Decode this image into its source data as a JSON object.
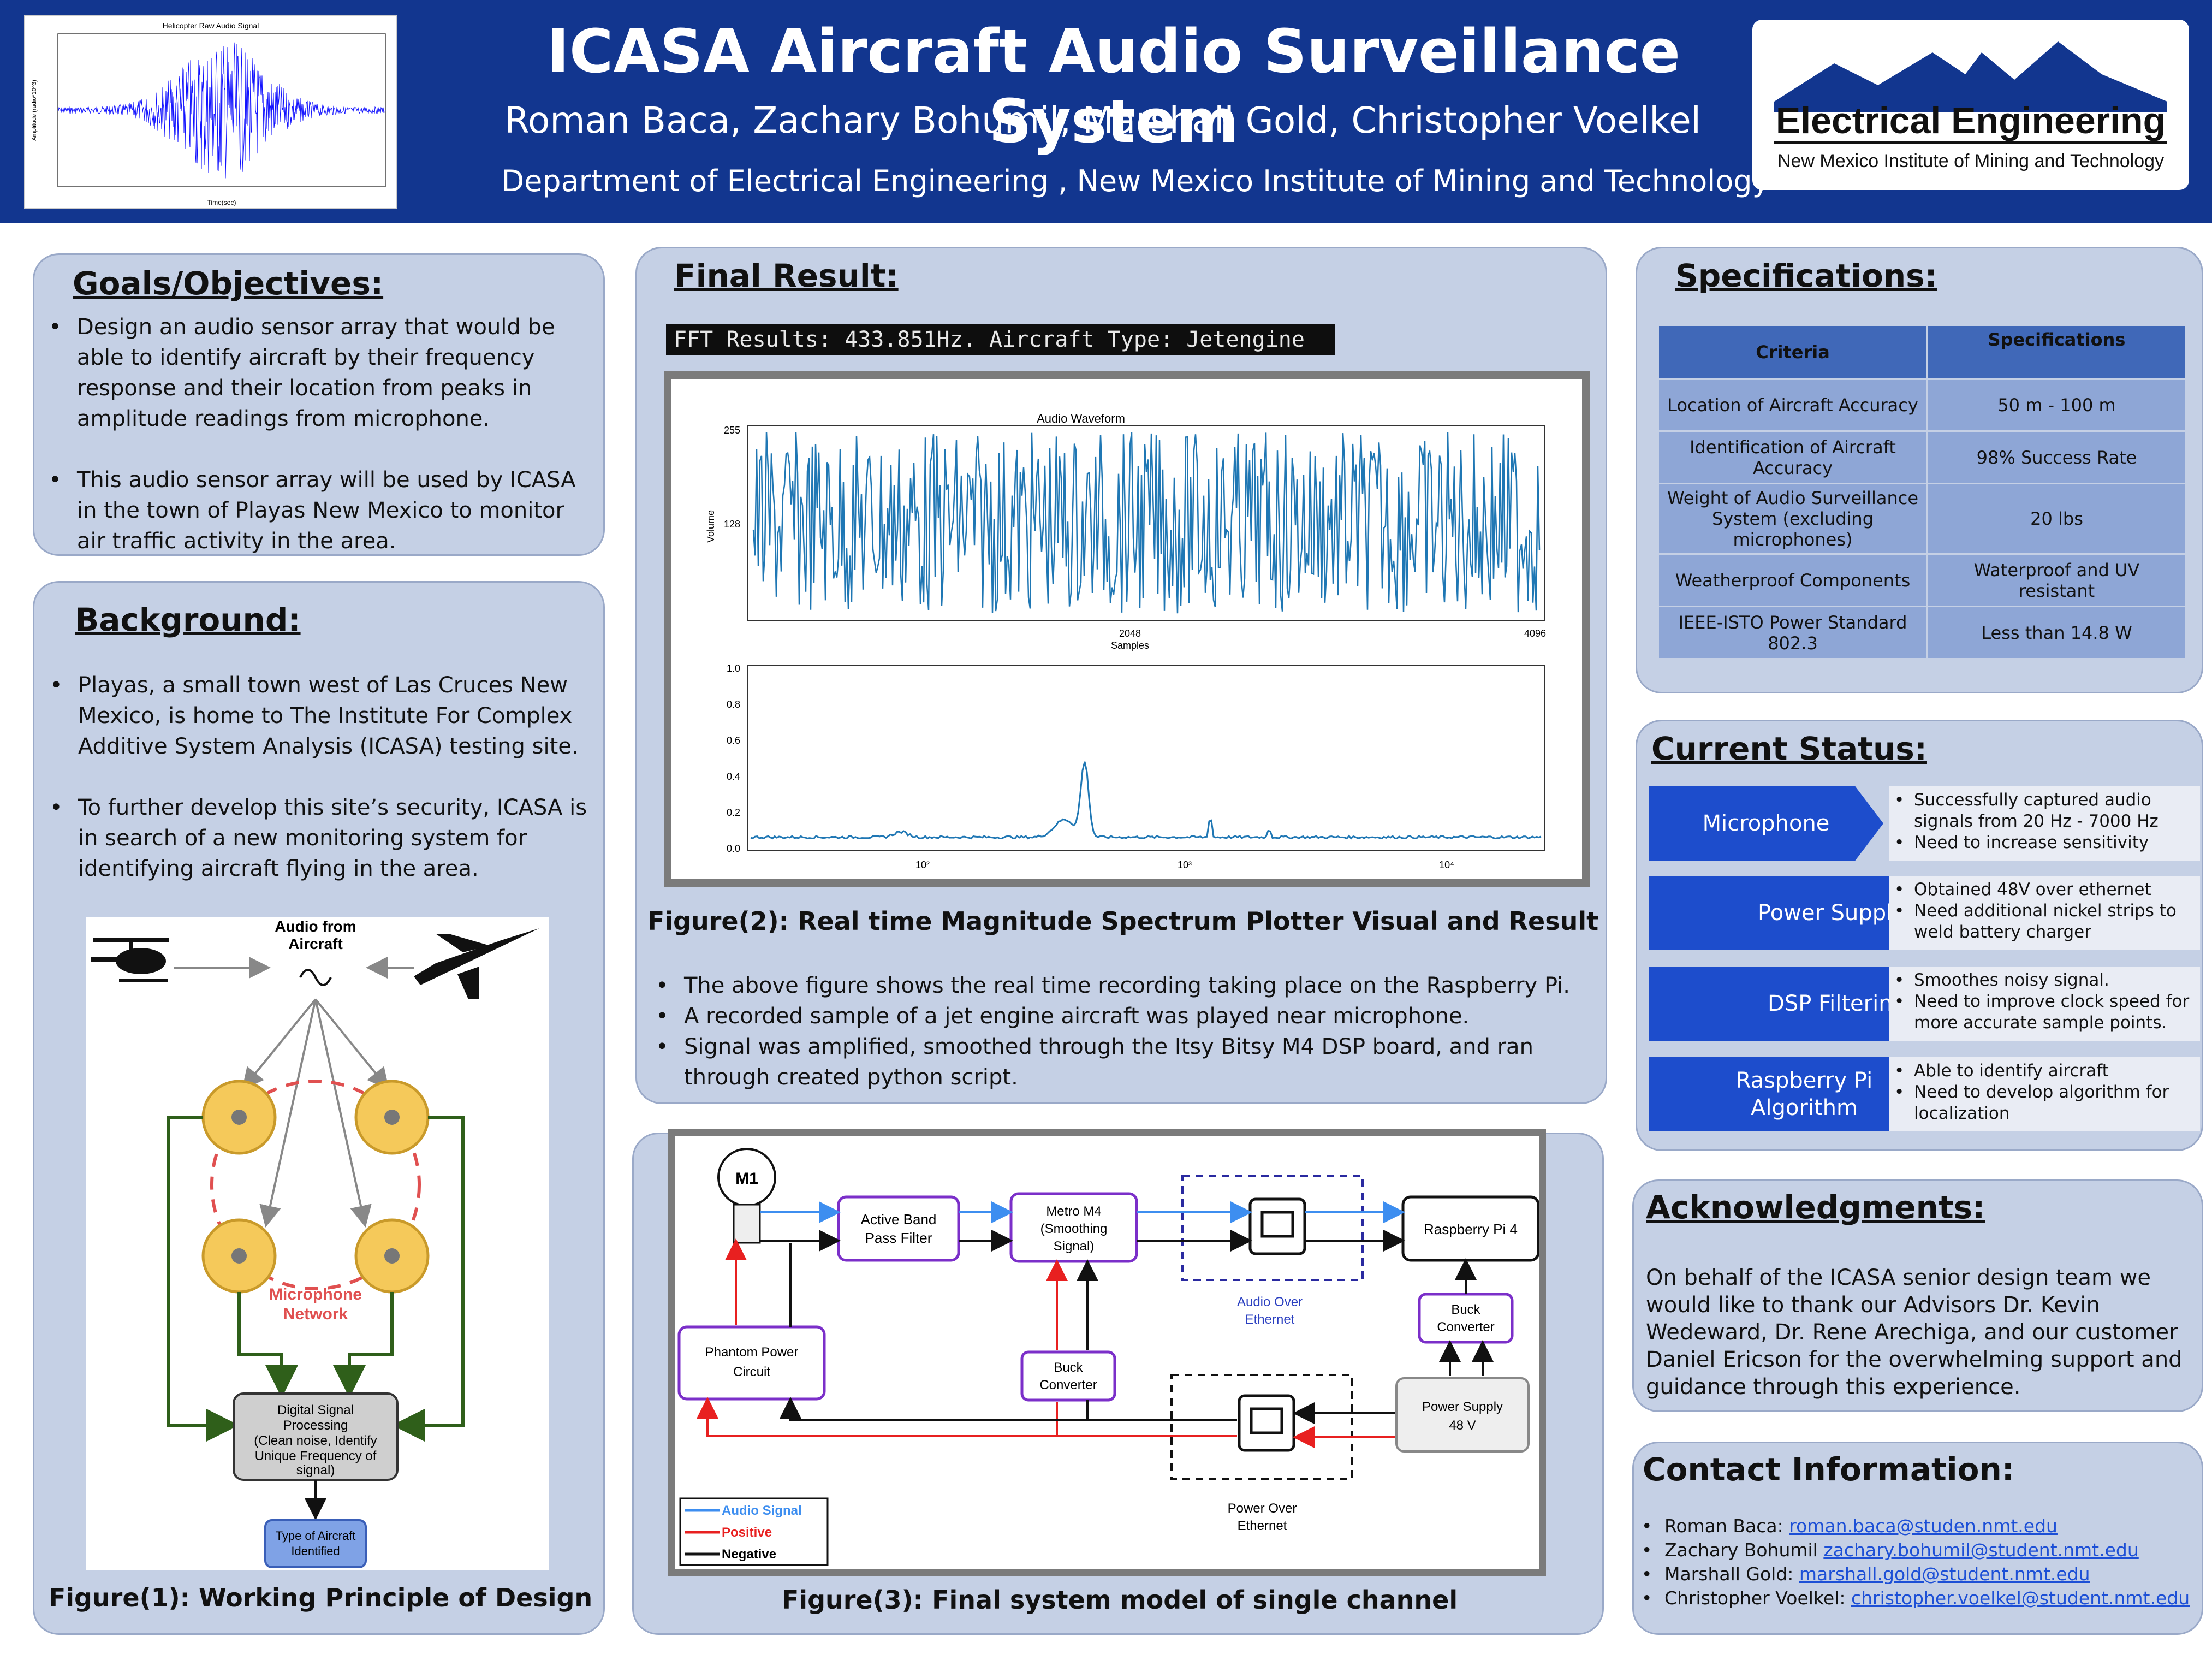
{
  "header": {
    "title": "ICASA Aircraft Audio Surveillance System",
    "authors": "Roman Baca, Zachary Bohumil, Marshall Gold, Christopher Voelkel",
    "department": "Department of Electrical Engineering , New Mexico Institute of Mining and Technology",
    "header_plot_title": "Helicopter Raw Audio Signal",
    "header_plot_xlabel": "Time(sec)",
    "header_plot_ylabel": "Amplitude (radio*10^3)",
    "logo_main": "Electrical Engineering",
    "logo_sub": "New Mexico Institute of Mining and Technology"
  },
  "goals": {
    "title": "Goals/Objectives:",
    "bullets": [
      "Design an audio sensor array that would be able to identify aircraft by their frequency response and their location from peaks in amplitude readings from microphone.",
      "This audio sensor array will be used by ICASA in the town of Playas New Mexico to monitor air traffic activity in the area."
    ]
  },
  "background": {
    "title": "Background:",
    "bullets": [
      "Playas, a small town west of Las Cruces New Mexico, is home to The Institute For Complex Additive System Analysis (ICASA) testing site.",
      "To further develop this site’s security, ICASA is in search of a new monitoring system for identifying aircraft flying in the area."
    ],
    "fig1": {
      "audio_label_1": "Audio from",
      "audio_label_2": "Aircraft",
      "network_label_1": "Microphone",
      "network_label_2": "Network",
      "dsp_1": "Digital Signal",
      "dsp_2": "Processing",
      "dsp_3": "(Clean noise, Identify",
      "dsp_4": "Unique Frequency of",
      "dsp_5": "signal)",
      "type_1": "Type of Aircraft",
      "type_2": "Identified"
    },
    "fig1_caption": "Figure(1): Working Principle of Design"
  },
  "final_result": {
    "title": "Final Result:",
    "console": "FFT Results: 433.851Hz. Aircraft Type: Jetengine",
    "waveform_title": "Audio Waveform",
    "waveform_xlabel": "Samples",
    "waveform_ylabel": "Volume",
    "waveform_yticks": [
      "255",
      "128"
    ],
    "waveform_xticks": [
      "2048",
      "4096"
    ],
    "spectrum_yticks": [
      "1.0",
      "0.8",
      "0.6",
      "0.4",
      "0.2",
      "0.0"
    ],
    "spectrum_xticks": [
      "10²",
      "10³",
      "10⁴"
    ],
    "fig2_caption": "Figure(2): Real time Magnitude Spectrum Plotter Visual and Result",
    "bullets": [
      "The above figure shows the real time recording taking place on the Raspberry Pi.",
      "A recorded sample of a jet engine aircraft was played near microphone.",
      "Signal was amplified, smoothed through the Itsy Bitsy M4 DSP board, and ran through created python script."
    ]
  },
  "fig3": {
    "m1": "M1",
    "band_1": "Active Band",
    "band_2": "Pass Filter",
    "metro_1": "Metro M4",
    "metro_2": "(Smoothing",
    "metro_3": "Signal)",
    "rpi": "Raspberry Pi 4",
    "audio_eth_1": "Audio Over",
    "audio_eth_2": "Ethernet",
    "buck": "Buck",
    "converter": "Converter",
    "phantom_1": "Phantom Power",
    "phantom_2": "Circuit",
    "psu_1": "Power Supply",
    "psu_2": "48 V",
    "power_eth_1": "Power Over",
    "power_eth_2": "Ethernet",
    "legend_audio": "Audio Signal",
    "legend_positive": "Positive",
    "legend_negative": "Negative",
    "caption": "Figure(3): Final system model of single channel"
  },
  "specs": {
    "title": "Specifications:",
    "headers": [
      "Criteria",
      "Specifications"
    ],
    "rows": [
      [
        "Location of Aircraft Accuracy",
        "50 m - 100 m"
      ],
      [
        "Identification of Aircraft Accuracy",
        "98% Success Rate"
      ],
      [
        "Weight of Audio Surveillance System (excluding microphones)",
        "20 lbs"
      ],
      [
        "Weatherproof Components",
        "Waterproof and UV resistant"
      ],
      [
        "IEEE-ISTO Power Standard 802.3",
        "Less than 14.8 W"
      ]
    ]
  },
  "status": {
    "title": "Current Status:",
    "items": [
      {
        "label": "Microphone",
        "notes": [
          "Successfully captured audio signals from 20 Hz - 7000 Hz",
          "Need to increase sensitivity"
        ]
      },
      {
        "label": "Power Supply",
        "notes": [
          "Obtained 48V over ethernet",
          "Need additional nickel strips to weld battery charger"
        ]
      },
      {
        "label": "DSP Filtering",
        "notes": [
          "Smoothes noisy signal.",
          "Need to improve clock speed for more accurate sample points."
        ]
      },
      {
        "label": "Raspberry Pi Algorithm",
        "notes": [
          "Able to identify aircraft",
          "Need to develop algorithm for localization"
        ]
      }
    ]
  },
  "ack": {
    "title": "Acknowledgments:",
    "text": "On behalf of the ICASA senior design team we would like to thank our Advisors Dr. Kevin Wedeward, Dr. Rene Arechiga, and our customer Daniel Ericson for the overwhelming support and guidance through this experience."
  },
  "contact": {
    "title": "Contact Information:",
    "people": [
      {
        "name": "Roman Baca: ",
        "email": "roman.baca@studen.nmt.edu"
      },
      {
        "name": "Zachary Bohumil ",
        "email": "zachary.bohumil@student.nmt.edu"
      },
      {
        "name": "Marshall Gold: ",
        "email": "marshall.gold@student.nmt.edu"
      },
      {
        "name": "Christopher Voelkel: ",
        "email": "christopher.voelkel@student.nmt.edu"
      }
    ]
  },
  "colors": {
    "header_bg": "#12368f",
    "panel_bg": "#c5d0e5",
    "plot_blue": "#2166ac",
    "status_blue": "#1d4dcc"
  }
}
